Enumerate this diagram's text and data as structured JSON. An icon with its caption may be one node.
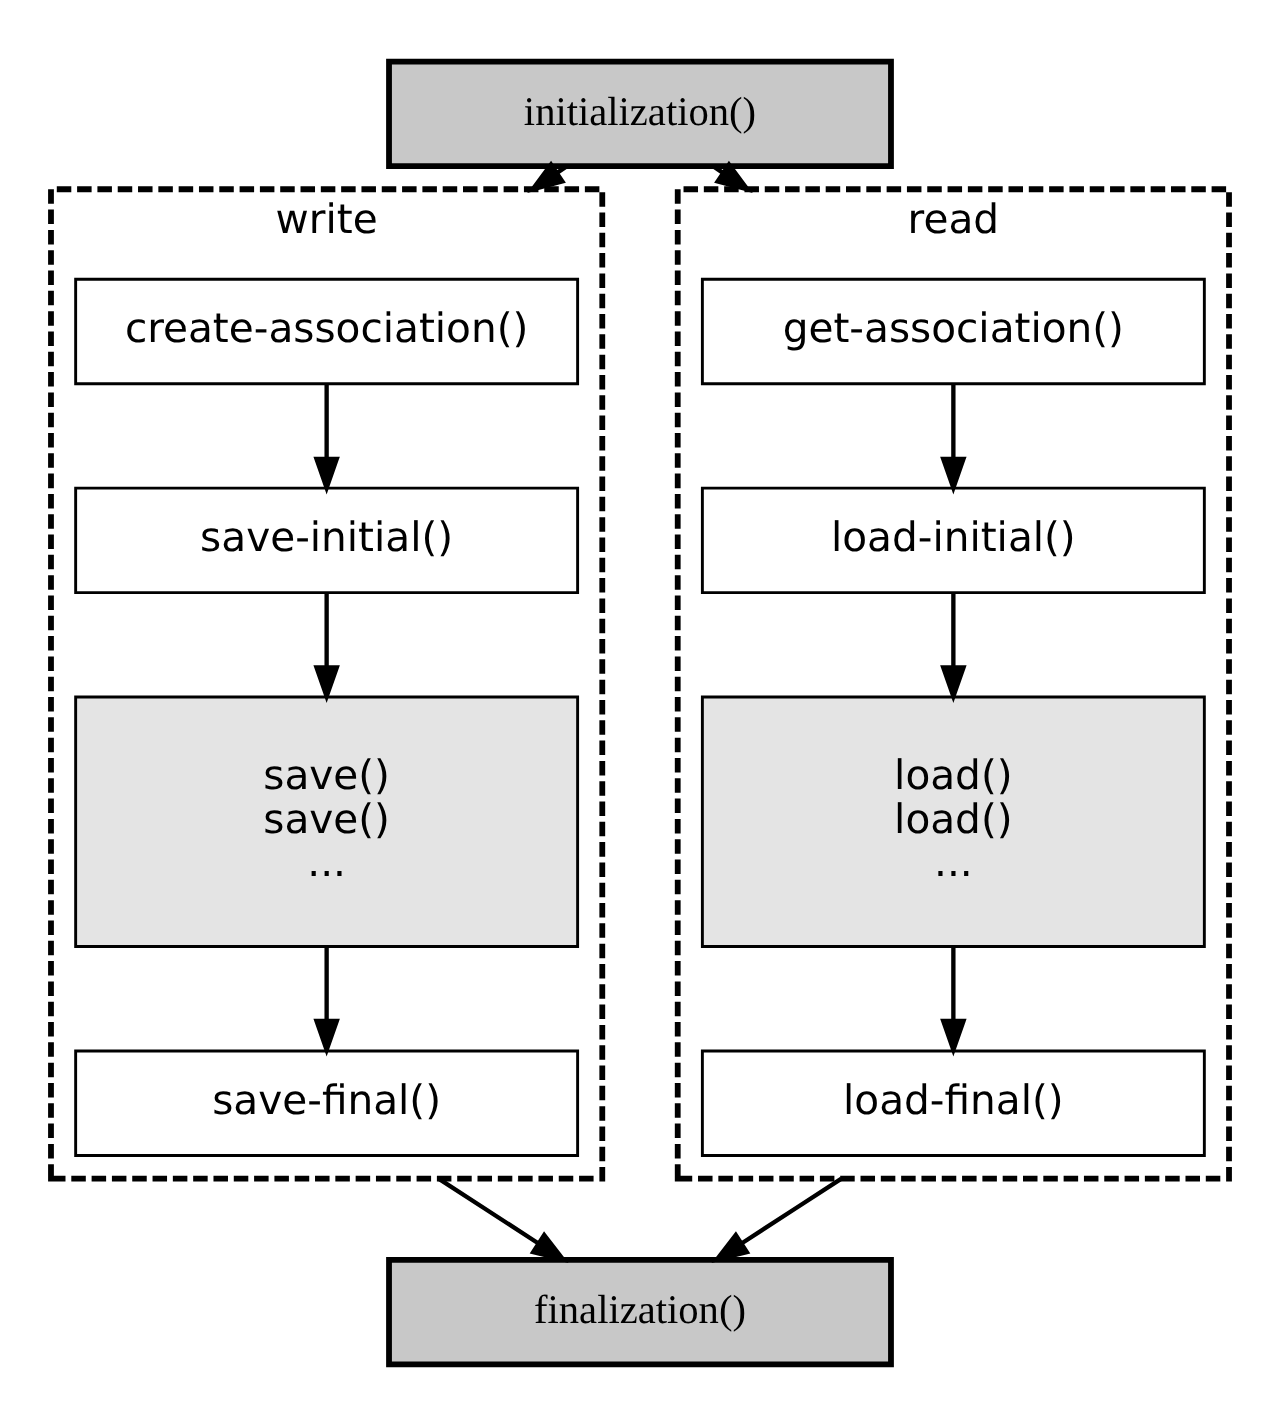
{
  "diagram": {
    "nodes": [
      {
        "text": [
          "initialization()"
        ]
      },
      {
        "text": [
          "write"
        ]
      },
      {
        "text": [
          "create-association()"
        ],
        "in": 1
      },
      {
        "text": [
          "save-initial()"
        ],
        "in": 1
      },
      {
        "text": [
          "save()",
          "save()",
          "..."
        ],
        "in": 1
      },
      {
        "text": [
          "save-final()"
        ],
        "in": 1
      },
      {
        "text": [
          "read"
        ]
      },
      {
        "text": [
          "get-association()"
        ],
        "in": 6
      },
      {
        "text": [
          "load-initial()"
        ],
        "in": 6
      },
      {
        "text": [
          "load()",
          "load()",
          "..."
        ],
        "in": 6
      },
      {
        "text": [
          "load-final()"
        ],
        "in": 6
      },
      {
        "text": [
          "finalization()"
        ]
      }
    ],
    "edges": [
      {
        "from": 0,
        "to": 1,
        "arrow": "to"
      },
      {
        "from": 0,
        "to": 6,
        "arrow": "to"
      },
      {
        "from": 2,
        "to": 3,
        "arrow": "to"
      },
      {
        "from": 3,
        "to": 4,
        "arrow": "to"
      },
      {
        "from": 4,
        "to": 5,
        "arrow": "to"
      },
      {
        "from": 7,
        "to": 8,
        "arrow": "to"
      },
      {
        "from": 8,
        "to": 9,
        "arrow": "to"
      },
      {
        "from": 9,
        "to": 10,
        "arrow": "to"
      },
      {
        "from": 1,
        "to": 11,
        "arrow": "to"
      },
      {
        "from": 6,
        "to": 11,
        "arrow": "to"
      }
    ]
  }
}
